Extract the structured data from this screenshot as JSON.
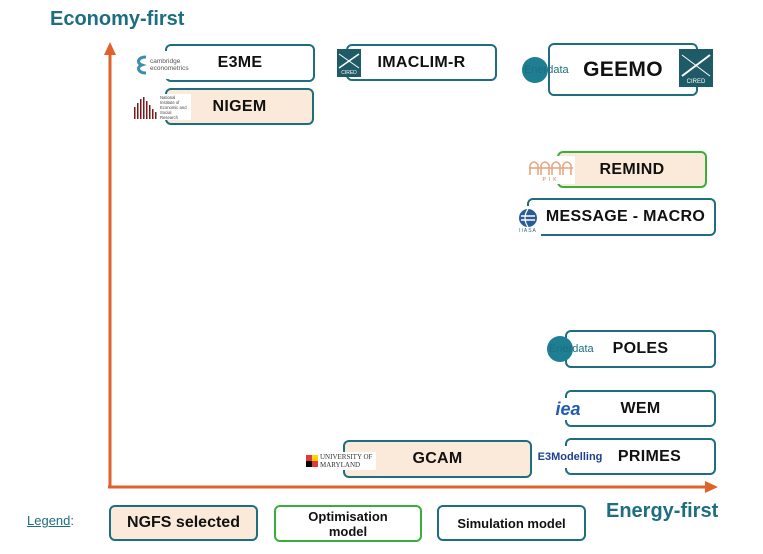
{
  "axes": {
    "y_title": "Economy-first",
    "x_title": "Energy-first"
  },
  "models": [
    {
      "id": "e3me",
      "label": "E3ME",
      "type": "simulation",
      "ngfs_selected": false,
      "logo_text": "cambridge econometrics"
    },
    {
      "id": "imaclim",
      "label": "IMACLIM-R",
      "type": "simulation",
      "ngfs_selected": false,
      "logo_text": "CIRED"
    },
    {
      "id": "geemo",
      "label": "GEEMO",
      "type": "simulation",
      "ngfs_selected": false,
      "logo_text": "Enerdata",
      "logo_text2": "CIRED"
    },
    {
      "id": "nigem",
      "label": "NIGEM",
      "type": "simulation",
      "ngfs_selected": true,
      "logo_text": "National Institute of Economic and Social Research"
    },
    {
      "id": "remind",
      "label": "REMIND",
      "type": "optimisation",
      "ngfs_selected": true,
      "logo_text": "PIK"
    },
    {
      "id": "message",
      "label": "MESSAGE - MACRO",
      "type": "simulation",
      "ngfs_selected": true,
      "logo_text": "IIASA"
    },
    {
      "id": "poles",
      "label": "POLES",
      "type": "simulation",
      "ngfs_selected": false,
      "logo_text": "Enerdata"
    },
    {
      "id": "wem",
      "label": "WEM",
      "type": "simulation",
      "ngfs_selected": false,
      "logo_text": "iea"
    },
    {
      "id": "gcam",
      "label": "GCAM",
      "type": "simulation",
      "ngfs_selected": true,
      "logo_text": "UNIVERSITY OF MARYLAND"
    },
    {
      "id": "primes",
      "label": "PRIMES",
      "type": "simulation",
      "ngfs_selected": false,
      "logo_text": "E3Modelling"
    }
  ],
  "legend": {
    "title": "Legend",
    "colon": ":",
    "ngfs": "NGFS selected",
    "optimisation_line1": "Optimisation",
    "optimisation_line2": "model",
    "simulation": "Simulation model"
  },
  "colors": {
    "teal": "#1e6e80",
    "green": "#3aae3a",
    "peach": "#fbe9da",
    "axis": "#e0612a"
  }
}
